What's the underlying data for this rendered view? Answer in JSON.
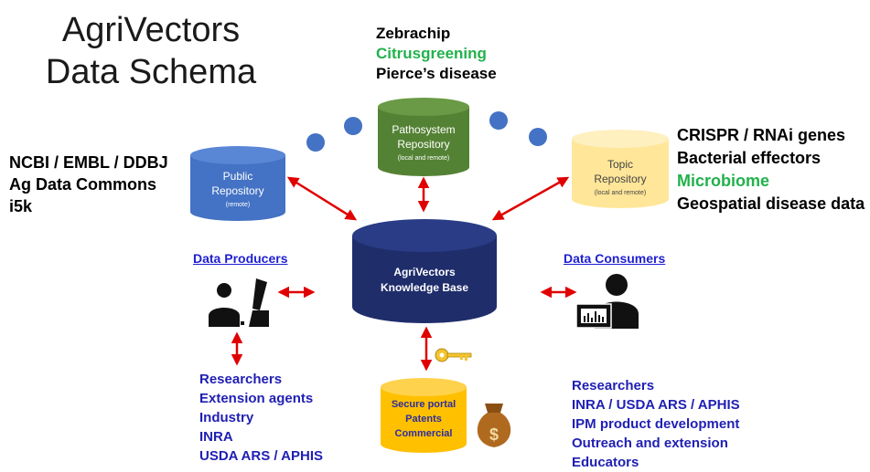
{
  "title": [
    "AgriVectors",
    "Data Schema"
  ],
  "pathosystem_list": [
    "Zebrachip",
    "Citrusgreening",
    "Pierce’s disease"
  ],
  "public_sources": [
    "NCBI / EMBL / DDBJ",
    "Ag Data Commons",
    "i5k"
  ],
  "topic_list": [
    "CRISPR / RNAi genes",
    "Bacterial effectors",
    "Microbiome",
    "Geospatial disease data"
  ],
  "cylinders": {
    "pathosystem": {
      "line1": "Pathosystem",
      "line2": "Repository",
      "sub": "(local and remote)",
      "color": "#548235"
    },
    "public": {
      "line1": "Public",
      "line2": "Repository",
      "sub": "(remote)",
      "color": "#4472c4"
    },
    "topic": {
      "line1": "Topic",
      "line2": "Repository",
      "sub": "(local and remote)",
      "color": "#ffe699"
    },
    "kb": {
      "line1": "AgriVectors",
      "line2": "Knowledge Base",
      "color": "#1f2d6b"
    },
    "secure": {
      "line1": "Secure portal",
      "line2": "Patents",
      "line3": "Commercial",
      "color": "#ffc000"
    }
  },
  "producers": {
    "header": "Data Producers",
    "items": [
      "Researchers",
      "Extension agents",
      "Industry",
      "INRA",
      "USDA ARS / APHIS"
    ]
  },
  "consumers": {
    "header": "Data Consumers",
    "items": [
      "Researchers",
      "INRA / USDA ARS / APHIS",
      "IPM product development",
      "Outreach and extension",
      "Educators"
    ]
  },
  "colors": {
    "arrow": "#e00000",
    "accent_green": "#22b14c",
    "list_blue": "#1f1fb4"
  },
  "icons": [
    "producer-icon",
    "consumer-computer-icon",
    "key-icon",
    "money-bag-icon",
    "dot-icon"
  ]
}
